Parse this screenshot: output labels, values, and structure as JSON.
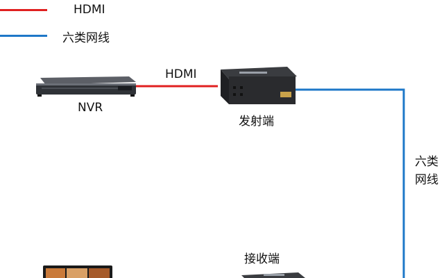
{
  "legend": {
    "items": [
      {
        "label": "HDMI",
        "color": "#e02020"
      },
      {
        "label": "六类网线",
        "color": "#1e78c8"
      }
    ]
  },
  "cables": {
    "hdmi_label": "HDMI",
    "cat6_label_line1": "六类",
    "cat6_label_line2": "网线"
  },
  "devices": {
    "nvr_label": "NVR",
    "transmitter_label": "发射端",
    "receiver_label": "接收端"
  }
}
